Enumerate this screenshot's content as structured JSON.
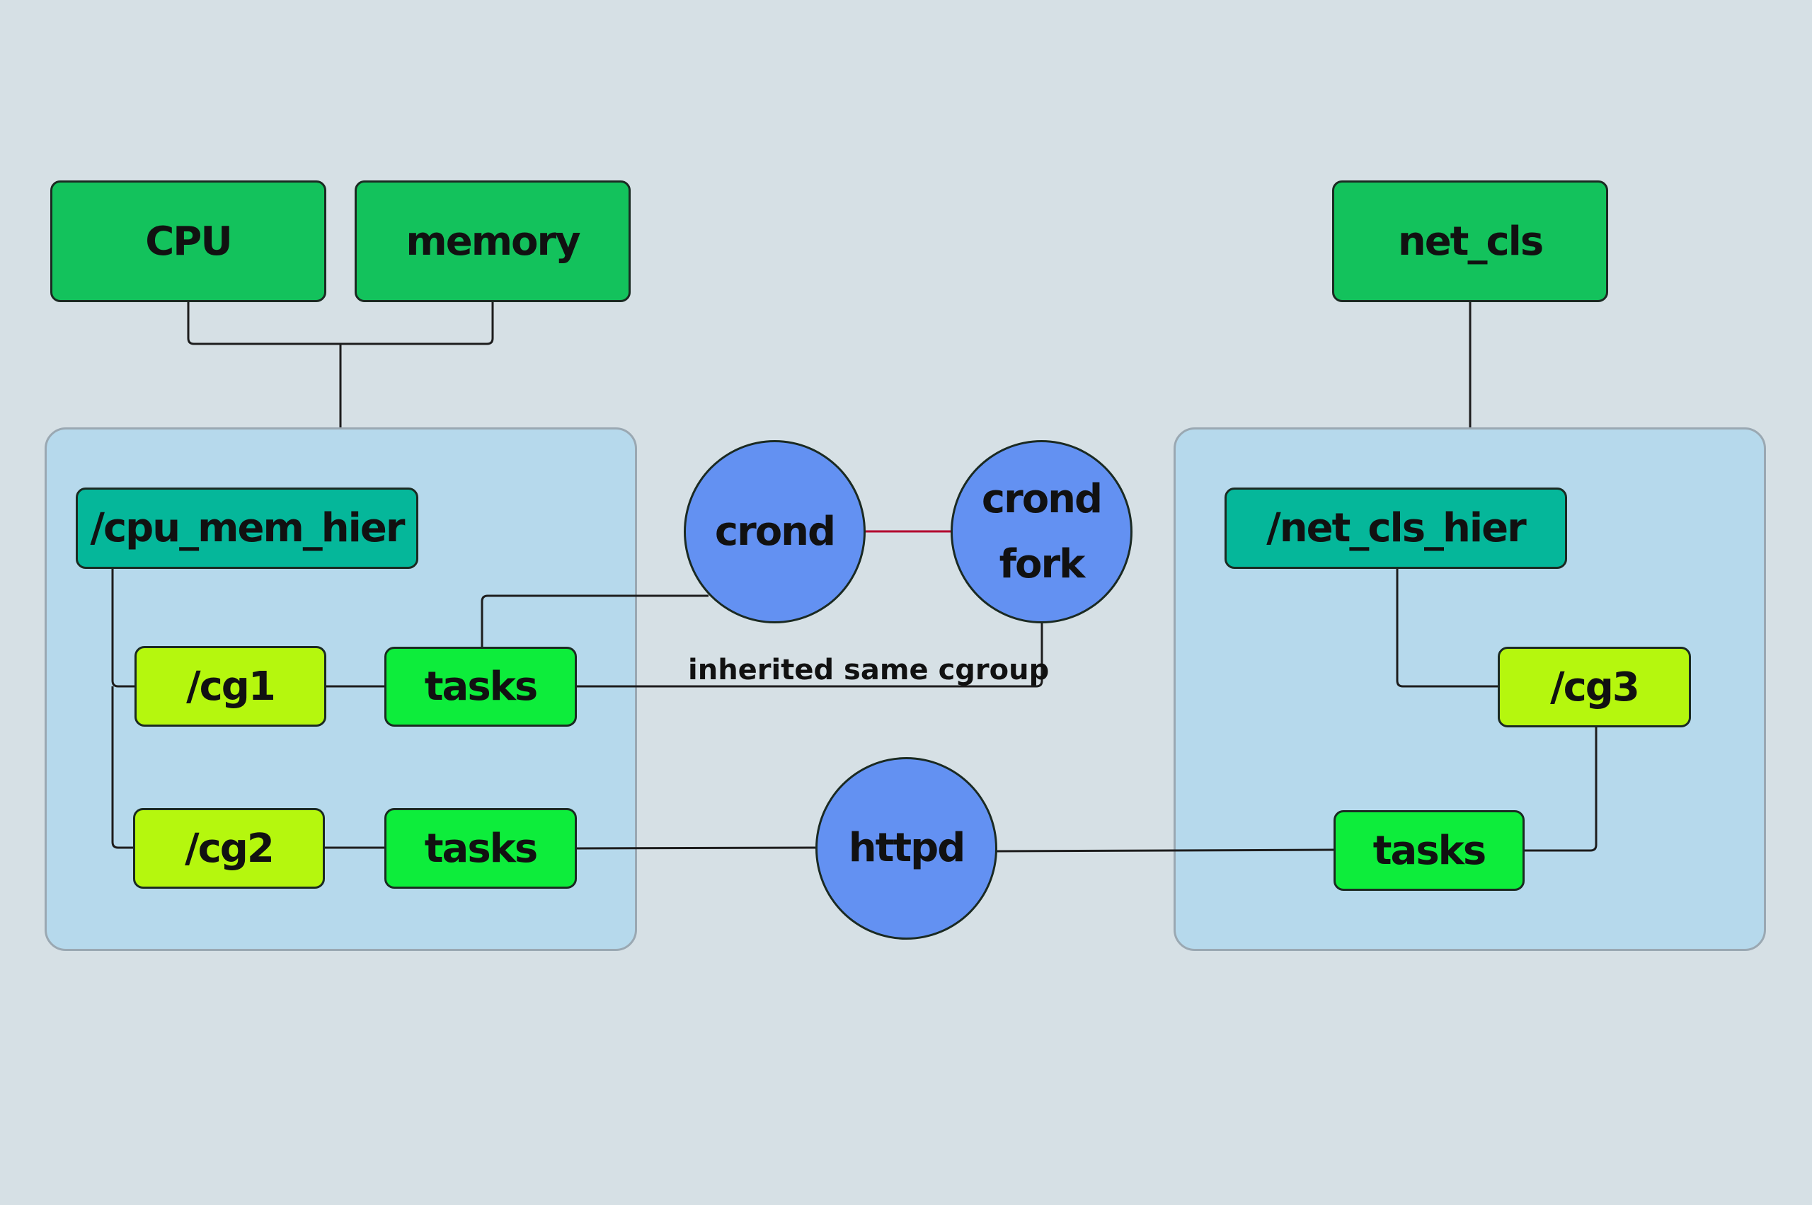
{
  "colors": {
    "background": "#d6e0e5",
    "hierarchy_fill": "#b6d9ec",
    "subsystem": "#13c25c",
    "hierarchy_root": "#05b79a",
    "cgroup": "#b5f70e",
    "tasks": "#0ded3b",
    "process": "#6391f2",
    "fork_link": "#b3002d"
  },
  "subsystems": {
    "cpu": "CPU",
    "memory": "memory",
    "net_cls": "net_cls"
  },
  "left_hierarchy": {
    "root": "/cpu_mem_hier",
    "cg1": "/cg1",
    "cg1_tasks": "tasks",
    "cg2": "/cg2",
    "cg2_tasks": "tasks"
  },
  "right_hierarchy": {
    "root": "/net_cls_hier",
    "cg3": "/cg3",
    "cg3_tasks": "tasks"
  },
  "processes": {
    "crond": "crond",
    "crond_fork_line1": "crond",
    "crond_fork_line2": "fork",
    "httpd": "httpd"
  },
  "annotations": {
    "inherit": "inherited same cgroup"
  }
}
